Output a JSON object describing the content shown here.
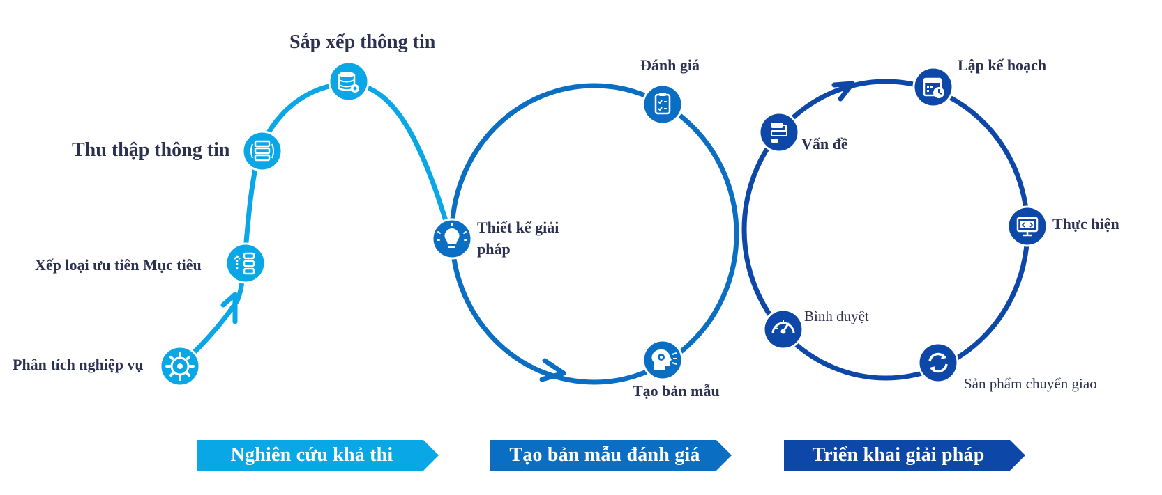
{
  "colors": {
    "phase1": "#0aa7e6",
    "phase2": "#0a6fc2",
    "phase3": "#0d47a7",
    "text": "#2c3150"
  },
  "nodes": {
    "phan_tich": {
      "label": "Phân tích nghiệp vụ",
      "icon": "gear-icon"
    },
    "xep_loai": {
      "label": "Xếp loại ưu tiên Mục tiêu",
      "icon": "priority-list-icon"
    },
    "thu_thap": {
      "label": "Thu thập thông tin",
      "icon": "server-cloud-icon"
    },
    "sap_xep": {
      "label": "Sắp xếp thông tin",
      "icon": "database-gear-icon"
    },
    "thiet_ke": {
      "label_line1": "Thiết kế giải",
      "label_line2": "pháp",
      "icon": "lightbulb-icon"
    },
    "danh_gia": {
      "label": "Đánh giá",
      "icon": "clipboard-check-icon"
    },
    "tao_ban_mau": {
      "label": "Tạo bản mẫu",
      "icon": "head-gears-icon"
    },
    "van_de": {
      "label": "Vấn đề",
      "icon": "flowchart-icon"
    },
    "lap_ke_hoach": {
      "label": "Lập kế hoạch",
      "icon": "calendar-clock-icon"
    },
    "thuc_hien": {
      "label": "Thực hiện",
      "icon": "monitor-code-icon"
    },
    "binh_duyet": {
      "label": "Bình duyệt",
      "icon": "gauge-icon"
    },
    "san_pham": {
      "label": "Sản phẩm chuyển giao",
      "icon": "refresh-icon"
    }
  },
  "phases": [
    {
      "label": "Nghiên cứu khả thi"
    },
    {
      "label": "Tạo bản mẫu đánh giá"
    },
    {
      "label": "Triển khai giải pháp"
    }
  ]
}
